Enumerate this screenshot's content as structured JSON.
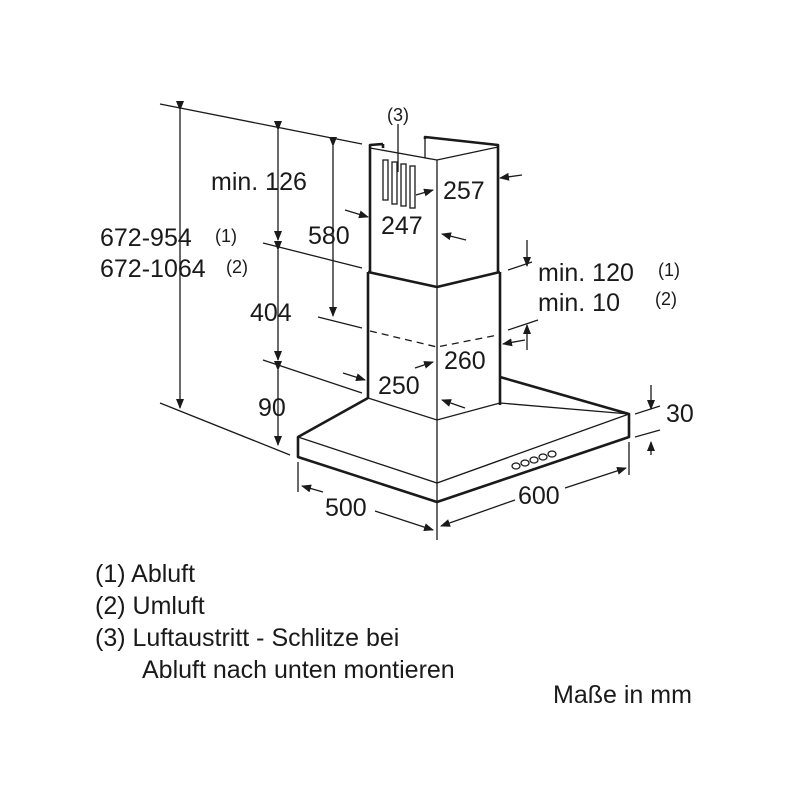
{
  "title": "Dunstabzugshaube Maßzeichnung",
  "dimensions": {
    "slot_ref": "(3)",
    "min_126": "min. 126",
    "total_1": "672-954",
    "total_1_note": "(1)",
    "total_2": "672-1064",
    "total_2_note": "(2)",
    "d580": "580",
    "d257": "257",
    "d247": "247",
    "d404": "404",
    "min_120": "min. 120",
    "min_120_note": "(1)",
    "min_10": "min. 10",
    "min_10_note": "(2)",
    "d260": "260",
    "d250": "250",
    "d90": "90",
    "d30": "30",
    "d500": "500",
    "d600": "600"
  },
  "legend": [
    {
      "num": "(1)",
      "text": "Abluft"
    },
    {
      "num": "(2)",
      "text": "Umluft"
    },
    {
      "num": "(3)",
      "text": "Luftaustritt - Schlitze bei"
    },
    {
      "num": "",
      "text": "Abluft nach unten montieren"
    }
  ],
  "units": "Maße in mm"
}
